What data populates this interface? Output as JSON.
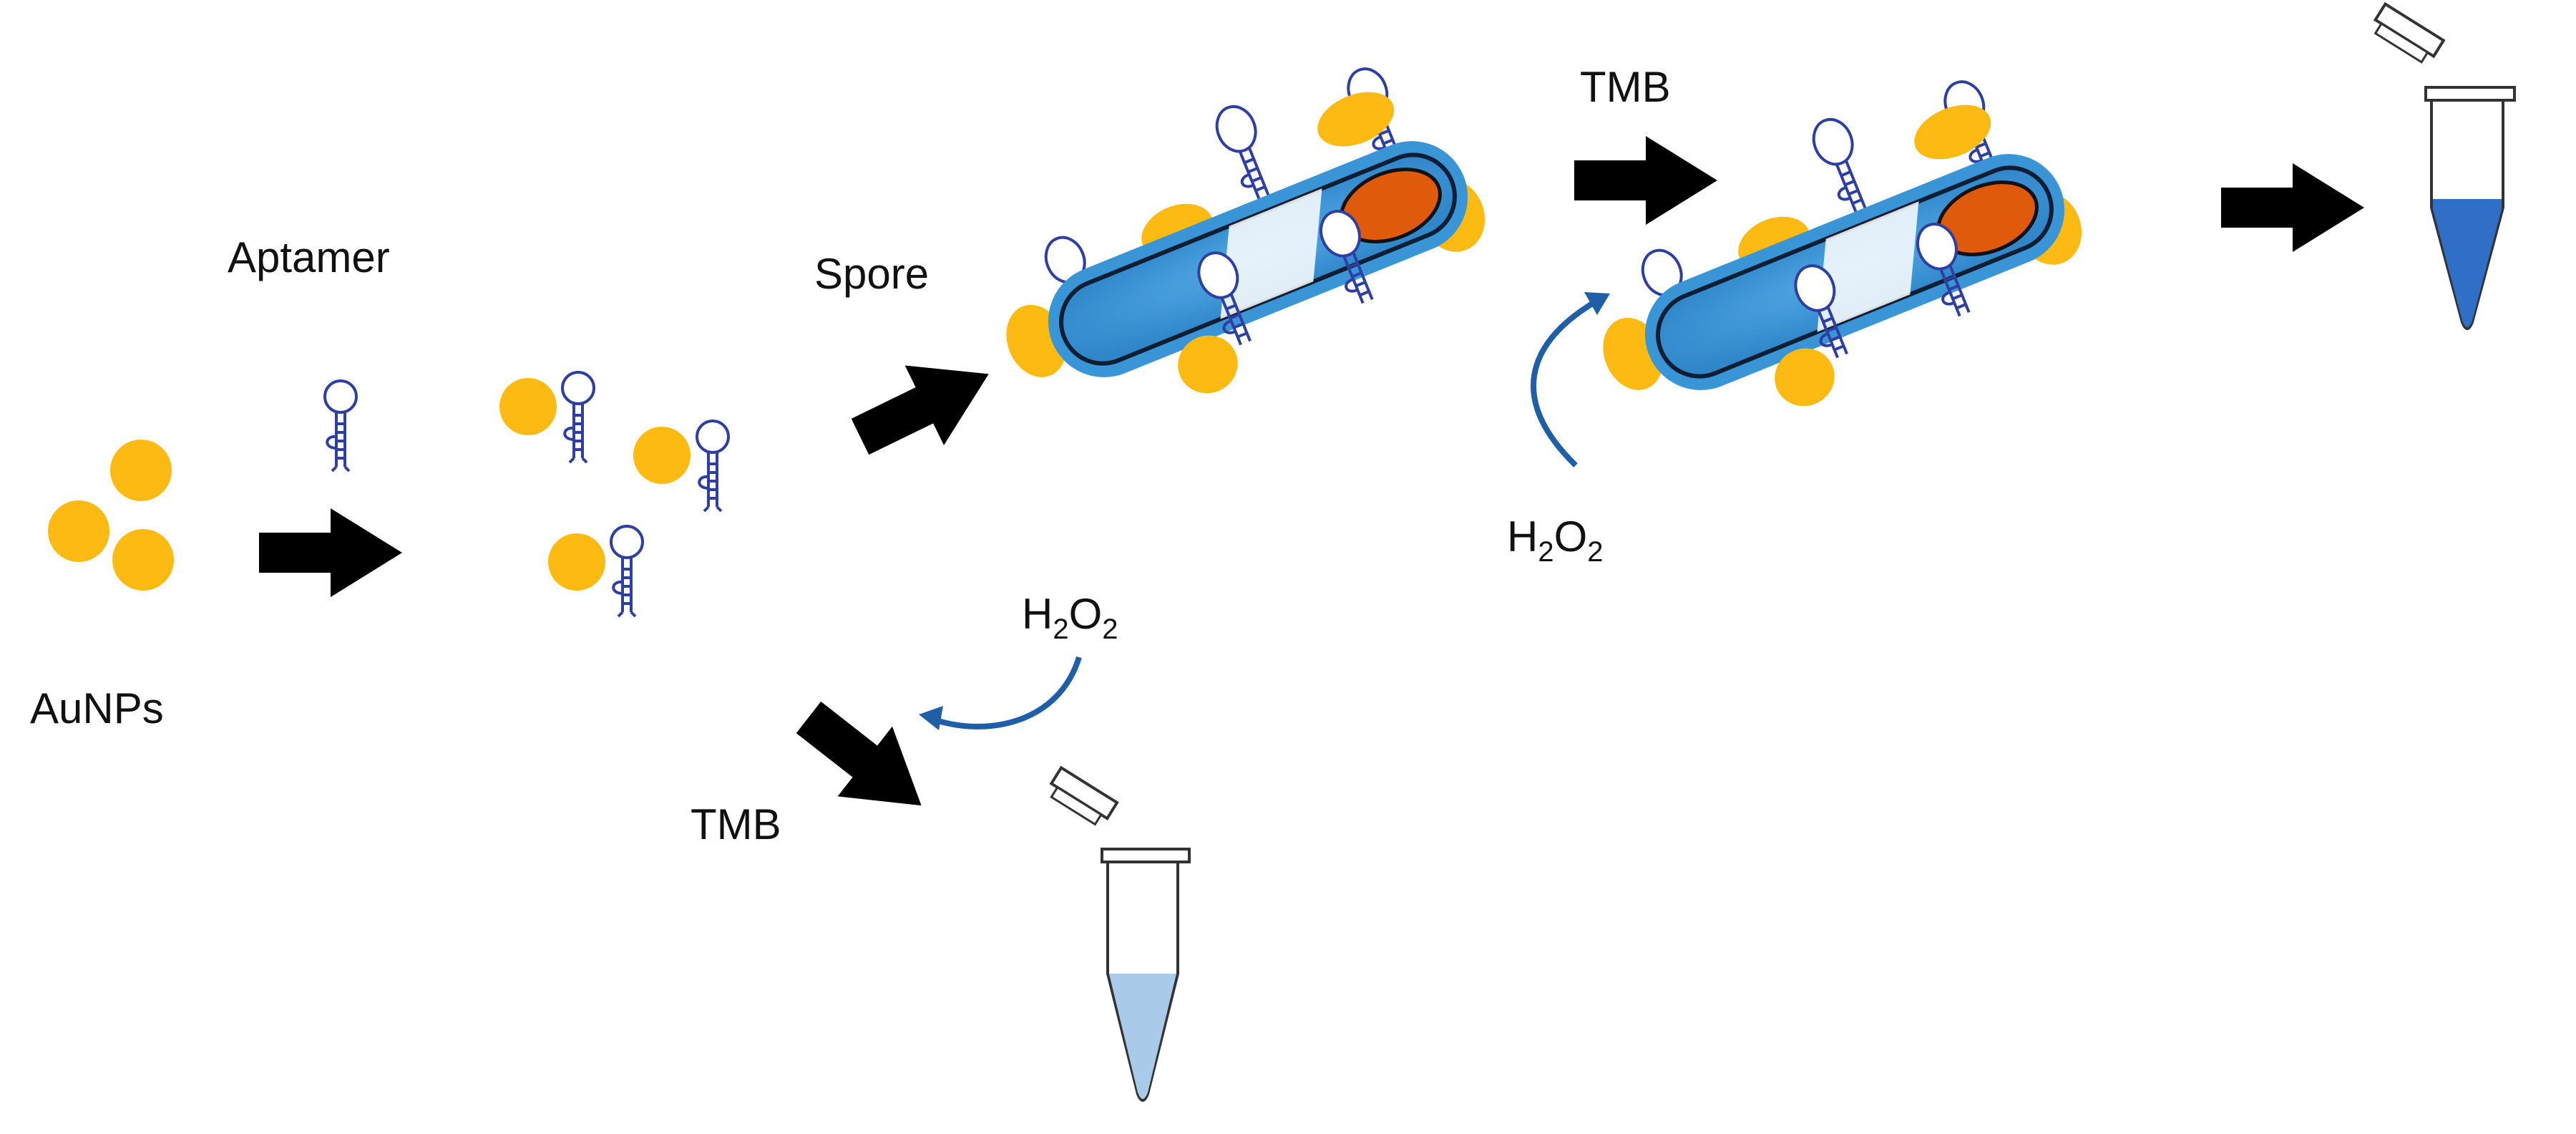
{
  "labels": {
    "aunps": "AuNPs",
    "aptamer": "Aptamer",
    "spore": "Spore",
    "tmb_top": "TMB",
    "tmb_bottom": "TMB",
    "h2o2_top": {
      "h": "H",
      "sub1": "2",
      "o": "O",
      "sub2": "2"
    },
    "h2o2_bottom": {
      "h": "H",
      "sub1": "2",
      "o": "O",
      "sub2": "2"
    }
  },
  "colors": {
    "aunp": "#FDBA12",
    "aptamer": "#2E3FA3",
    "spore_outer": "#3A95D6",
    "spore_core": "#E05A0C",
    "arrow": "#000000",
    "curved_arrow": "#1F5FA8",
    "tube_liquid_dark": "#2F6FC7",
    "tube_liquid_light": "#A9CAE8"
  },
  "icons": {
    "reaction_arrow": "block-arrow-icon",
    "aptamer": "hairpin-aptamer-icon",
    "tube": "microcentrifuge-tube-icon",
    "spore": "bacillus-spore-icon"
  }
}
